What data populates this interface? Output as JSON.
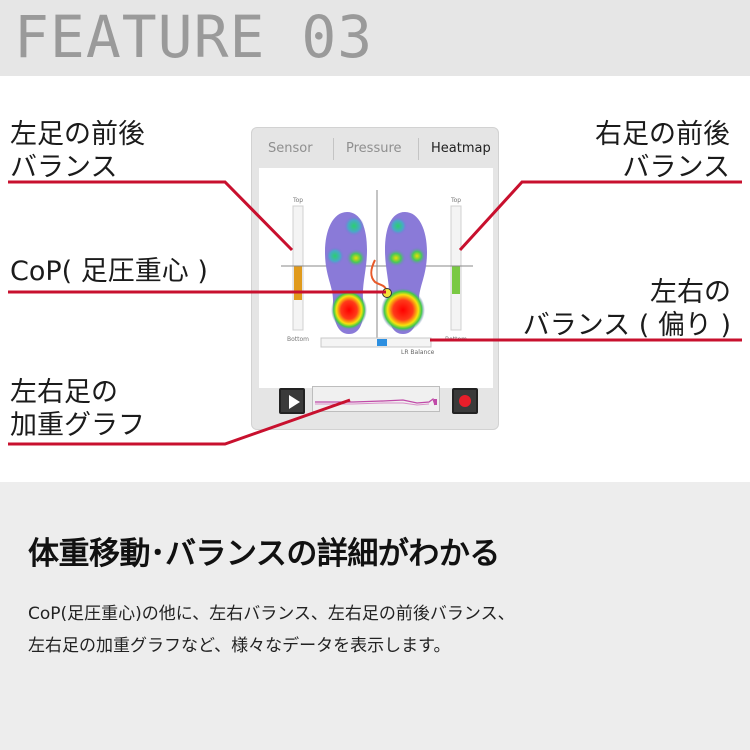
{
  "header": {
    "title": "FEATURE 03"
  },
  "callouts": {
    "left_front_back": [
      "左足の前後",
      "バランス"
    ],
    "right_front_back": [
      "右足の前後",
      "バランス"
    ],
    "cop": "CoP( 足圧重心 )",
    "lr_balance": [
      "左右の",
      "バランス ( 偏り )"
    ],
    "weight_graph": [
      "左右足の",
      "加重グラフ"
    ]
  },
  "app": {
    "tabs": [
      "Sensor",
      "Pressure",
      "Heatmap"
    ],
    "active_tab": "Heatmap",
    "gauge_top_label": "Top",
    "gauge_bottom_label": "Bottom",
    "lr_balance_label": "LR Balance"
  },
  "bottom": {
    "headline": "体重移動･バランスの詳細がわかる",
    "desc_line1": "CoP(足圧重心)の他に、左右バランス、左右足の前後バランス、",
    "desc_line2": "左右足の加重グラフなど、様々なデータを表示します。"
  },
  "colors": {
    "accent_red": "#c8102e",
    "header_gray": "#9a9a9a",
    "left_gauge": "#e09a1c",
    "right_gauge": "#7ac943",
    "balance_blue": "#2d8fe0",
    "graph_magenta": "#c04aa8"
  }
}
